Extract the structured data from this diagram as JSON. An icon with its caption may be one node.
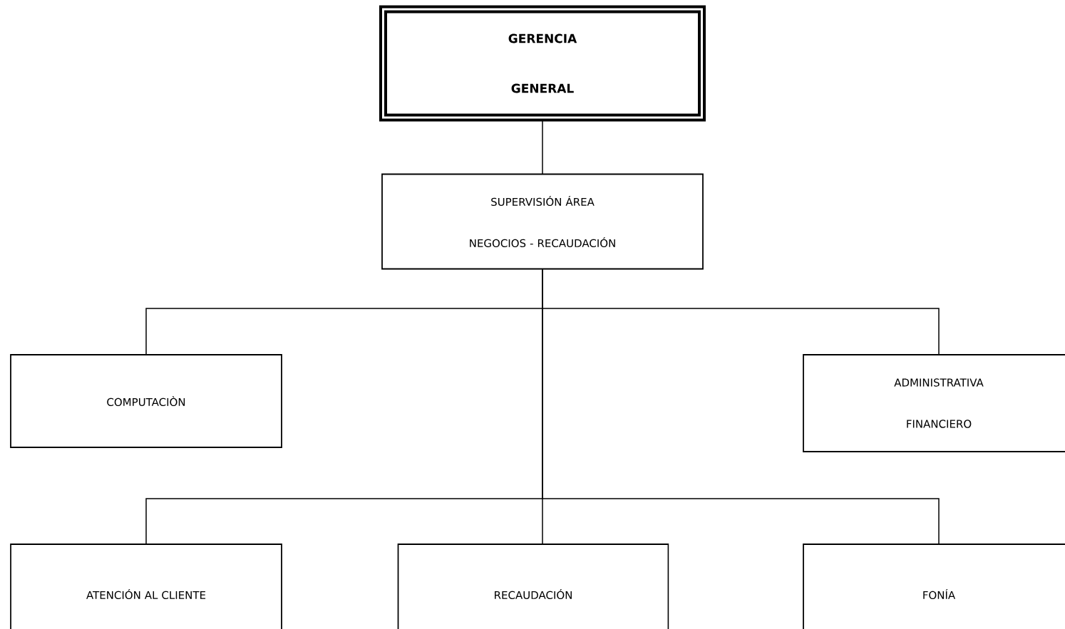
{
  "diagram": {
    "nodes": [
      {
        "text": [
          "GERENCIA GENERAL"
        ]
      },
      {
        "text": [
          "SUPERVISIÓN ÁREA NEGOCIOS - RECAUDACIÓN"
        ]
      },
      {
        "text": [
          "COMPUTACIÒN"
        ]
      },
      {
        "text": [
          "ADMINISTRATIVA FINANCIERO"
        ]
      },
      {
        "text": [
          "ATENCIÓN AL CLIENTE"
        ]
      },
      {
        "text": [
          "RECAUDACIÓN"
        ]
      },
      {
        "text": [
          "FONÍA"
        ]
      }
    ],
    "edges": [
      {
        "from": 0,
        "to": 1,
        "arrow": "none"
      },
      {
        "from": 1,
        "to": 2,
        "arrow": "none"
      },
      {
        "from": 1,
        "to": 3,
        "arrow": "none"
      },
      {
        "from": 1,
        "to": 4,
        "arrow": "none"
      },
      {
        "from": 1,
        "to": 5,
        "arrow": "none"
      },
      {
        "from": 1,
        "to": 6,
        "arrow": "none"
      }
    ]
  }
}
